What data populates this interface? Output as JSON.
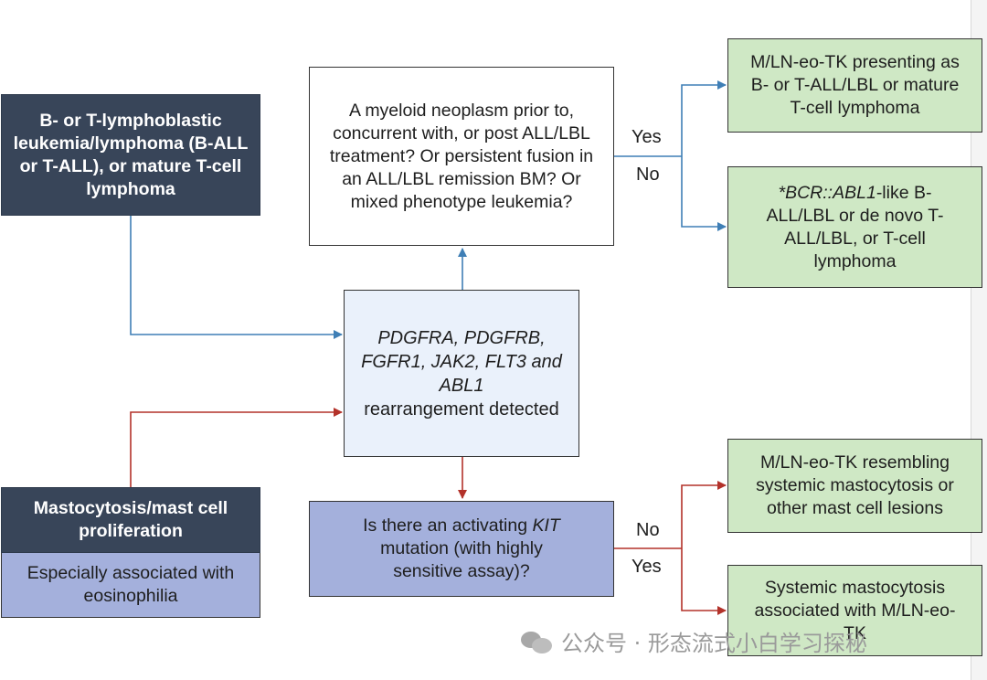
{
  "boxes": {
    "lymphoblastic": "B- or T-lymphoblastic leukemia/lymphoma (B-ALL or T-ALL), or mature T-cell lymphoma",
    "question_myeloid": "A myeloid neoplasm prior to, concurrent with, or post ALL/LBL treatment? Or persistent fusion in an ALL/LBL remission BM? Or mixed phenotype leukemia?",
    "center_genes_italic": "PDGFRA, PDGFRB, FGFR1, JAK2, FLT3 and ABL1",
    "center_rest": "rearrangement detected",
    "mastocytosis_header": "Mastocytosis/mast cell proliferation",
    "mastocytosis_sub": "Especially associated with eosinophilia",
    "question_kit_pre": "Is there an activating",
    "question_kit_italic": "KIT",
    "question_kit_post": "mutation (with highly sensitive assay)?",
    "out_presenting": "M/LN-eo-TK presenting as B- or T-ALL/LBL or mature T-cell lymphoma",
    "out_bcr_italic": "*BCR::ABL1",
    "out_bcr_rest": "-like B-ALL/LBL or de novo T-ALL/LBL, or T-cell lymphoma",
    "out_resembling": "M/LN-eo-TK resembling systemic mastocytosis or other mast cell lesions",
    "out_systemic": "Systemic mastocytosis associated with M/LN-eo-TK"
  },
  "labels": {
    "yes_top": "Yes",
    "no_top": "No",
    "no_bottom": "No",
    "yes_bottom": "Yes"
  },
  "watermark": "公众号 · 形态流式小白学习探秘",
  "colors": {
    "blue_arrow": "#3f7fb6",
    "red_arrow": "#b3322a",
    "dark_box": "#384559",
    "green_box": "#cfe8c5",
    "lavender_box": "#a4b0dc",
    "center_box": "#eaf1fb"
  }
}
